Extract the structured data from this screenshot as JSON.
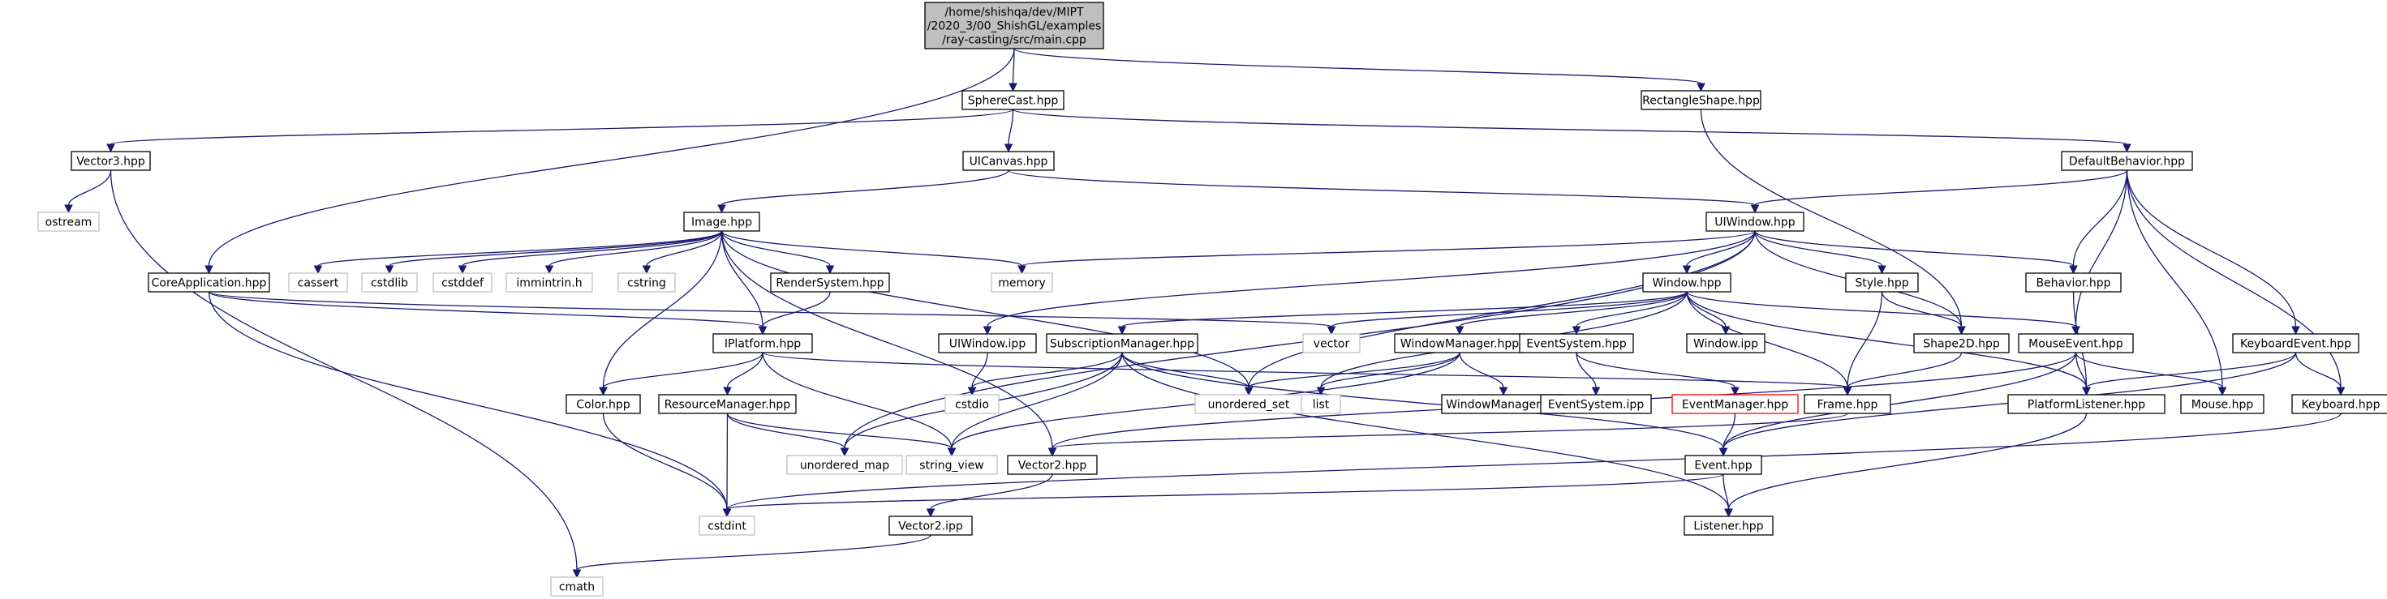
{
  "graph": {
    "colors": {
      "edge": "#191970",
      "box_border": "#000000",
      "box_fill": "#ffffff",
      "root_fill": "#bfbfbf",
      "system_border": "#bfbfbf",
      "system_text": "#7f7f7f",
      "highlight_border": "#ff0000",
      "text": "#000000"
    },
    "nodes": [
      {
        "id": "main",
        "kind": "root",
        "lines": [
          "/home/shishqa/dev/MIPT",
          "/2020_3/00_ShishGL/examples",
          "/ray-casting/src/main.cpp"
        ]
      },
      {
        "id": "spherecast",
        "kind": "file",
        "lines": [
          "SphereCast.hpp"
        ]
      },
      {
        "id": "rectangleshape",
        "kind": "file",
        "lines": [
          "RectangleShape.hpp"
        ]
      },
      {
        "id": "vector3",
        "kind": "file",
        "lines": [
          "Vector3.hpp"
        ]
      },
      {
        "id": "uicanvas",
        "kind": "file",
        "lines": [
          "UICanvas.hpp"
        ]
      },
      {
        "id": "defaultbehavior",
        "kind": "file",
        "lines": [
          "DefaultBehavior.hpp"
        ]
      },
      {
        "id": "ostream",
        "kind": "system",
        "lines": [
          "ostream"
        ]
      },
      {
        "id": "image",
        "kind": "file",
        "lines": [
          "Image.hpp"
        ]
      },
      {
        "id": "uiwindow",
        "kind": "file",
        "lines": [
          "UIWindow.hpp"
        ]
      },
      {
        "id": "cassert",
        "kind": "system",
        "lines": [
          "cassert"
        ]
      },
      {
        "id": "cstdlib",
        "kind": "system",
        "lines": [
          "cstdlib"
        ]
      },
      {
        "id": "cstddef",
        "kind": "system",
        "lines": [
          "cstddef"
        ]
      },
      {
        "id": "immintrin",
        "kind": "system",
        "lines": [
          "immintrin.h"
        ]
      },
      {
        "id": "cstring",
        "kind": "system",
        "lines": [
          "cstring"
        ]
      },
      {
        "id": "rendersystem",
        "kind": "file",
        "lines": [
          "RenderSystem.hpp"
        ]
      },
      {
        "id": "memory",
        "kind": "system",
        "lines": [
          "memory"
        ]
      },
      {
        "id": "coreapplication",
        "kind": "file",
        "lines": [
          "CoreApplication.hpp"
        ]
      },
      {
        "id": "window",
        "kind": "file",
        "lines": [
          "Window.hpp"
        ]
      },
      {
        "id": "style",
        "kind": "file",
        "lines": [
          "Style.hpp"
        ]
      },
      {
        "id": "behavior",
        "kind": "file",
        "lines": [
          "Behavior.hpp"
        ]
      },
      {
        "id": "vector",
        "kind": "system",
        "lines": [
          "vector"
        ]
      },
      {
        "id": "iplatform",
        "kind": "file",
        "lines": [
          "IPlatform.hpp"
        ]
      },
      {
        "id": "uiwindowipp",
        "kind": "file",
        "lines": [
          "UIWindow.ipp"
        ]
      },
      {
        "id": "subscriptionmanager",
        "kind": "file",
        "lines": [
          "SubscriptionManager.hpp"
        ]
      },
      {
        "id": "windowmanager",
        "kind": "file",
        "lines": [
          "WindowManager.hpp"
        ]
      },
      {
        "id": "eventsystem",
        "kind": "file",
        "lines": [
          "EventSystem.hpp"
        ]
      },
      {
        "id": "windowipp",
        "kind": "file",
        "lines": [
          "Window.ipp"
        ]
      },
      {
        "id": "shape2d",
        "kind": "file",
        "lines": [
          "Shape2D.hpp"
        ]
      },
      {
        "id": "mouseevent",
        "kind": "file",
        "lines": [
          "MouseEvent.hpp"
        ]
      },
      {
        "id": "keyboardevent",
        "kind": "file",
        "lines": [
          "KeyboardEvent.hpp"
        ]
      },
      {
        "id": "color",
        "kind": "file",
        "lines": [
          "Color.hpp"
        ]
      },
      {
        "id": "resourcemanager",
        "kind": "file",
        "lines": [
          "ResourceManager.hpp"
        ]
      },
      {
        "id": "cstdio",
        "kind": "system",
        "lines": [
          "cstdio"
        ]
      },
      {
        "id": "unordered_set",
        "kind": "system",
        "lines": [
          "unordered_set"
        ]
      },
      {
        "id": "list",
        "kind": "system",
        "lines": [
          "list"
        ]
      },
      {
        "id": "windowmanageripp",
        "kind": "file",
        "lines": [
          "WindowManager.ipp"
        ]
      },
      {
        "id": "eventsystemipp",
        "kind": "file",
        "lines": [
          "EventSystem.ipp"
        ]
      },
      {
        "id": "eventmanager",
        "kind": "highlight",
        "lines": [
          "EventManager.hpp"
        ]
      },
      {
        "id": "frame",
        "kind": "file",
        "lines": [
          "Frame.hpp"
        ]
      },
      {
        "id": "platformlistener",
        "kind": "file",
        "lines": [
          "PlatformListener.hpp"
        ]
      },
      {
        "id": "mouse",
        "kind": "file",
        "lines": [
          "Mouse.hpp"
        ]
      },
      {
        "id": "keyboard",
        "kind": "file",
        "lines": [
          "Keyboard.hpp"
        ]
      },
      {
        "id": "unordered_map",
        "kind": "system",
        "lines": [
          "unordered_map"
        ]
      },
      {
        "id": "string_view",
        "kind": "system",
        "lines": [
          "string_view"
        ]
      },
      {
        "id": "vector2",
        "kind": "file",
        "lines": [
          "Vector2.hpp"
        ]
      },
      {
        "id": "event",
        "kind": "file",
        "lines": [
          "Event.hpp"
        ]
      },
      {
        "id": "cstdint",
        "kind": "system",
        "lines": [
          "cstdint"
        ]
      },
      {
        "id": "vector2ipp",
        "kind": "file",
        "lines": [
          "Vector2.ipp"
        ]
      },
      {
        "id": "listener",
        "kind": "file",
        "lines": [
          "Listener.hpp"
        ]
      },
      {
        "id": "cmath",
        "kind": "system",
        "lines": [
          "cmath"
        ]
      }
    ],
    "edges": [
      [
        "main",
        "spherecast"
      ],
      [
        "main",
        "rectangleshape"
      ],
      [
        "main",
        "coreapplication"
      ],
      [
        "spherecast",
        "vector3"
      ],
      [
        "spherecast",
        "uicanvas"
      ],
      [
        "spherecast",
        "defaultbehavior"
      ],
      [
        "rectangleshape",
        "shape2d"
      ],
      [
        "vector3",
        "ostream"
      ],
      [
        "vector3",
        "cmath"
      ],
      [
        "uicanvas",
        "image"
      ],
      [
        "uicanvas",
        "uiwindow"
      ],
      [
        "defaultbehavior",
        "uiwindow"
      ],
      [
        "defaultbehavior",
        "behavior"
      ],
      [
        "defaultbehavior",
        "mouseevent"
      ],
      [
        "defaultbehavior",
        "mouse"
      ],
      [
        "defaultbehavior",
        "keyboardevent"
      ],
      [
        "defaultbehavior",
        "keyboard"
      ],
      [
        "image",
        "cassert"
      ],
      [
        "image",
        "cstdlib"
      ],
      [
        "image",
        "cstddef"
      ],
      [
        "image",
        "immintrin"
      ],
      [
        "image",
        "cstring"
      ],
      [
        "image",
        "rendersystem"
      ],
      [
        "image",
        "memory"
      ],
      [
        "image",
        "iplatform"
      ],
      [
        "image",
        "color"
      ],
      [
        "image",
        "vector2"
      ],
      [
        "image",
        "unordered_set"
      ],
      [
        "rendersystem",
        "iplatform"
      ],
      [
        "coreapplication",
        "iplatform"
      ],
      [
        "coreapplication",
        "cstdint"
      ],
      [
        "coreapplication",
        "vector"
      ],
      [
        "uiwindow",
        "memory"
      ],
      [
        "uiwindow",
        "window"
      ],
      [
        "uiwindow",
        "style"
      ],
      [
        "uiwindow",
        "behavior"
      ],
      [
        "uiwindow",
        "shape2d"
      ],
      [
        "uiwindow",
        "uiwindowipp"
      ],
      [
        "uiwindow",
        "unordered_map"
      ],
      [
        "uiwindow",
        "unordered_set"
      ],
      [
        "window",
        "vector"
      ],
      [
        "window",
        "list"
      ],
      [
        "window",
        "subscriptionmanager"
      ],
      [
        "window",
        "windowmanager"
      ],
      [
        "window",
        "eventsystem"
      ],
      [
        "window",
        "windowipp"
      ],
      [
        "window",
        "mouseevent"
      ],
      [
        "window",
        "frame"
      ],
      [
        "window",
        "platformlistener"
      ],
      [
        "style",
        "shape2d"
      ],
      [
        "style",
        "frame"
      ],
      [
        "behavior",
        "platformlistener"
      ],
      [
        "iplatform",
        "color"
      ],
      [
        "iplatform",
        "resourcemanager"
      ],
      [
        "iplatform",
        "string_view"
      ],
      [
        "iplatform",
        "frame"
      ],
      [
        "uiwindowipp",
        "cstdio"
      ],
      [
        "subscriptionmanager",
        "cstdio"
      ],
      [
        "subscriptionmanager",
        "unordered_set"
      ],
      [
        "subscriptionmanager",
        "unordered_map"
      ],
      [
        "subscriptionmanager",
        "string_view"
      ],
      [
        "subscriptionmanager",
        "event"
      ],
      [
        "subscriptionmanager",
        "listener"
      ],
      [
        "windowmanager",
        "list"
      ],
      [
        "windowmanager",
        "unordered_set"
      ],
      [
        "windowmanager",
        "windowmanageripp"
      ],
      [
        "windowmanager",
        "string_view"
      ],
      [
        "eventsystem",
        "eventsystemipp"
      ],
      [
        "eventsystem",
        "eventmanager"
      ],
      [
        "eventmanager",
        "event"
      ],
      [
        "shape2d",
        "frame"
      ],
      [
        "mouseevent",
        "platformlistener"
      ],
      [
        "mouseevent",
        "mouse"
      ],
      [
        "mouseevent",
        "event"
      ],
      [
        "mouseevent",
        "vector2"
      ],
      [
        "keyboardevent",
        "platformlistener"
      ],
      [
        "keyboardevent",
        "keyboard"
      ],
      [
        "keyboardevent",
        "event"
      ],
      [
        "keyboard",
        "cstdint"
      ],
      [
        "color",
        "cstdint"
      ],
      [
        "resourcemanager",
        "unordered_map"
      ],
      [
        "resourcemanager",
        "string_view"
      ],
      [
        "resourcemanager",
        "cstdint"
      ],
      [
        "frame",
        "vector2"
      ],
      [
        "platformlistener",
        "listener"
      ],
      [
        "vector2",
        "vector2ipp"
      ],
      [
        "vector2ipp",
        "cmath"
      ],
      [
        "event",
        "listener"
      ],
      [
        "event",
        "cstdint"
      ]
    ]
  }
}
